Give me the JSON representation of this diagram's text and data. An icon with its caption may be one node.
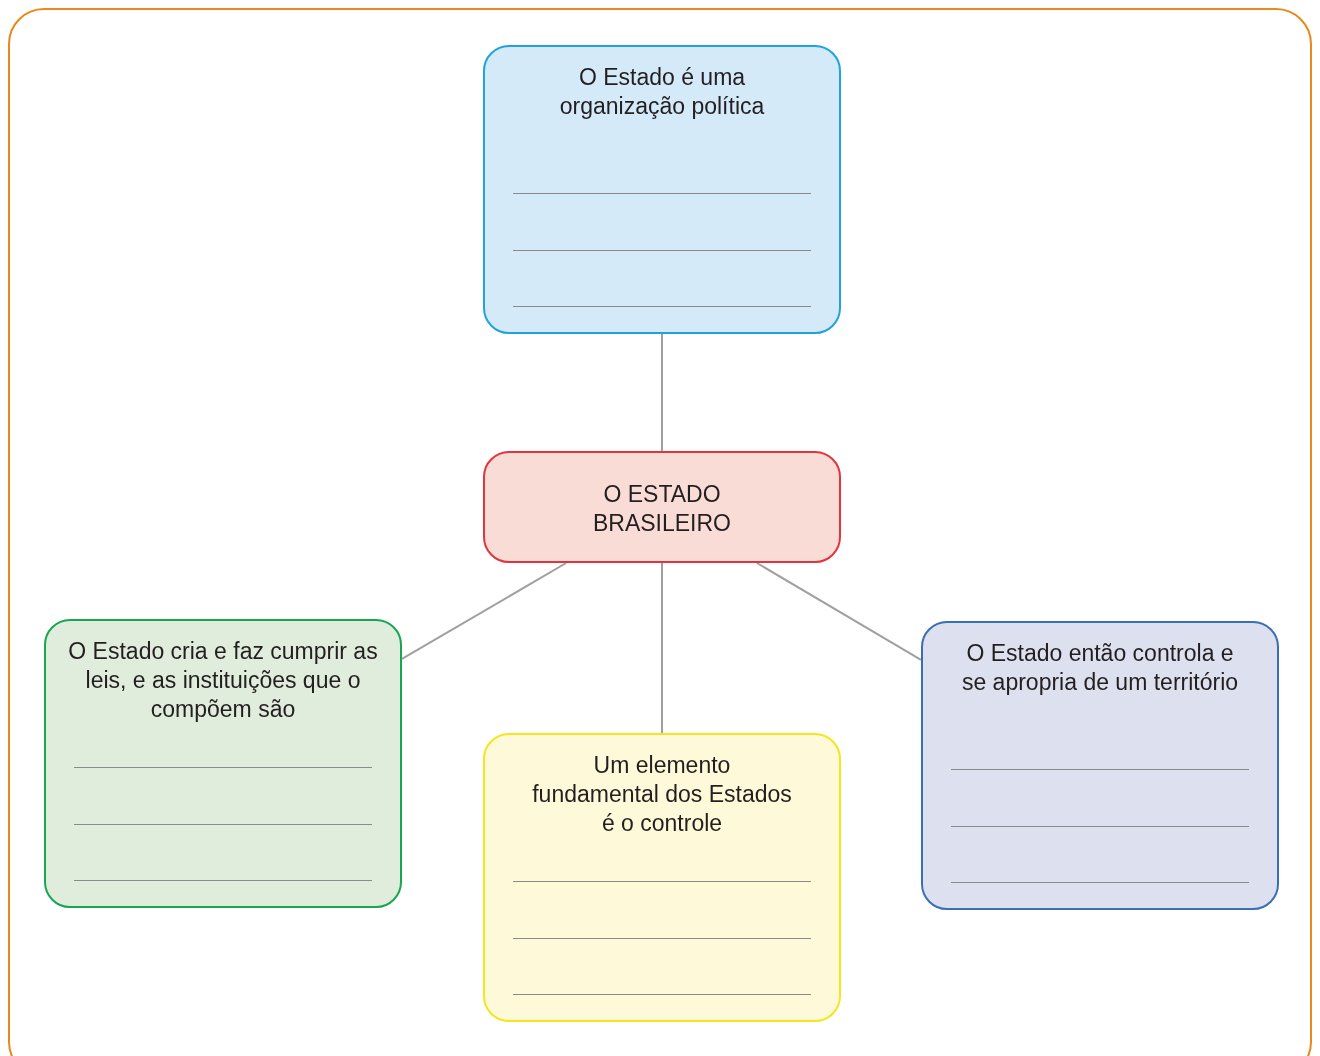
{
  "diagram": {
    "nodes": [
      {
        "text": [
          "O Estado é uma organização política"
        ]
      },
      {
        "text": [
          "O ESTADO BRASILEIRO"
        ]
      },
      {
        "text": [
          "O Estado cria e faz cumprir as leis, e as instituições que o compõem são"
        ]
      },
      {
        "text": [
          "Um elemento fundamental dos Estados é o controle"
        ]
      },
      {
        "text": [
          "O Estado então controla e se apropria de um território"
        ]
      }
    ],
    "edges": [
      {
        "from": 1,
        "to": 0,
        "arrow": "none"
      },
      {
        "from": 1,
        "to": 2,
        "arrow": "none"
      },
      {
        "from": 1,
        "to": 3,
        "arrow": "none"
      },
      {
        "from": 1,
        "to": 4,
        "arrow": "none"
      }
    ]
  }
}
